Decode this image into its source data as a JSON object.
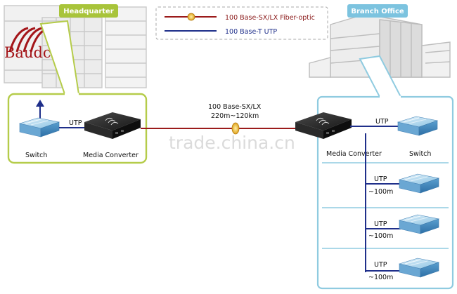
{
  "headquarter": {
    "tag": "Headquarter",
    "switch_label": "Switch",
    "converter_label": "Media Converter",
    "uplink_label": "UTP"
  },
  "branch": {
    "tag": "Branch Office",
    "converter_label": "Media Converter",
    "switch_label": "Switch",
    "uplink_label": "UTP"
  },
  "legend": {
    "fiber": "100  Base-SX/LX Fiber-optic",
    "utp": "100  Base-T UTP"
  },
  "link": {
    "line1": "100  Base-SX/LX",
    "line2": "220m~120km"
  },
  "branch_rows": [
    {
      "utp": "UTP",
      "dist": "~100m"
    },
    {
      "utp": "UTP",
      "dist": "~100m"
    },
    {
      "utp": "UTP",
      "dist": "~100m"
    }
  ],
  "logo": {
    "text": "Baudcom"
  },
  "watermark": {
    "text": "trade.china.cn"
  },
  "colors": {
    "frame_green": "#b5cc4a",
    "frame_blue": "#8fcbe0",
    "tag_green": "#a8c43a",
    "tag_blue": "#7cc3df",
    "fiber_red": "#9b1b1b",
    "utp_blue": "#1f2f8a",
    "switch_blue": "#7fb8dc"
  }
}
